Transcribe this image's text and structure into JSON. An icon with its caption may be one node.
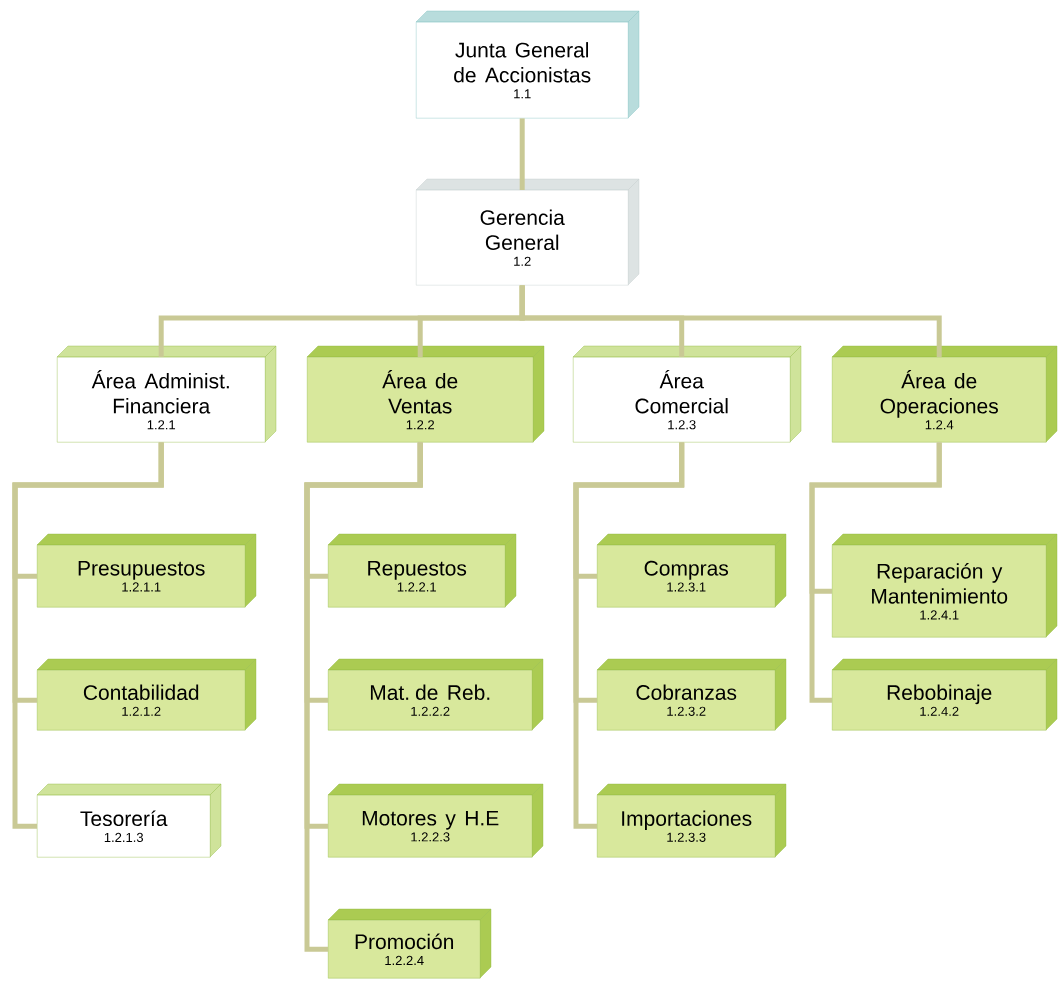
{
  "diagram": {
    "nodes": [
      {
        "text": [
          "Junta General de Accionistas",
          "1.1"
        ]
      },
      {
        "text": [
          "Gerencia General",
          "1.2"
        ]
      },
      {
        "text": [
          "Área Administ. Financiera",
          "1.2.1"
        ]
      },
      {
        "text": [
          "Área de Ventas",
          "1.2.2"
        ]
      },
      {
        "text": [
          "Área Comercial",
          "1.2.3"
        ]
      },
      {
        "text": [
          "Área de Operaciones",
          "1.2.4"
        ]
      },
      {
        "text": [
          "Presupuestos",
          "1.2.1.1"
        ]
      },
      {
        "text": [
          "Contabilidad",
          "1.2.1.2"
        ]
      },
      {
        "text": [
          "Tesorería",
          "1.2.1.3"
        ]
      },
      {
        "text": [
          "Repuestos",
          "1.2.2.1"
        ]
      },
      {
        "text": [
          "Mat. de Reb.",
          "1.2.2.2"
        ]
      },
      {
        "text": [
          "Motores y H.E",
          "1.2.2.3"
        ]
      },
      {
        "text": [
          "Promoción",
          "1.2.2.4"
        ]
      },
      {
        "text": [
          "Compras",
          "1.2.3.1"
        ]
      },
      {
        "text": [
          "Cobranzas",
          "1.2.3.2"
        ]
      },
      {
        "text": [
          "Importaciones",
          "1.2.3.3"
        ]
      },
      {
        "text": [
          "Reparación y Mantenimiento",
          "1.2.4.1"
        ]
      },
      {
        "text": [
          "Rebobinaje",
          "1.2.4.2"
        ]
      }
    ],
    "edges": [
      {
        "from": 0,
        "to": 1,
        "arrow": "none"
      },
      {
        "from": 1,
        "to": 2,
        "arrow": "none"
      },
      {
        "from": 1,
        "to": 3,
        "arrow": "none"
      },
      {
        "from": 1,
        "to": 4,
        "arrow": "none"
      },
      {
        "from": 1,
        "to": 5,
        "arrow": "none"
      },
      {
        "from": 2,
        "to": 6,
        "arrow": "none"
      },
      {
        "from": 2,
        "to": 7,
        "arrow": "none"
      },
      {
        "from": 2,
        "to": 8,
        "arrow": "none"
      },
      {
        "from": 3,
        "to": 9,
        "arrow": "none"
      },
      {
        "from": 3,
        "to": 10,
        "arrow": "none"
      },
      {
        "from": 3,
        "to": 11,
        "arrow": "none"
      },
      {
        "from": 3,
        "to": 12,
        "arrow": "none"
      },
      {
        "from": 4,
        "to": 13,
        "arrow": "none"
      },
      {
        "from": 4,
        "to": 14,
        "arrow": "none"
      },
      {
        "from": 4,
        "to": 15,
        "arrow": "none"
      },
      {
        "from": 5,
        "to": 16,
        "arrow": "none"
      },
      {
        "from": 5,
        "to": 17,
        "arrow": "none"
      }
    ]
  }
}
